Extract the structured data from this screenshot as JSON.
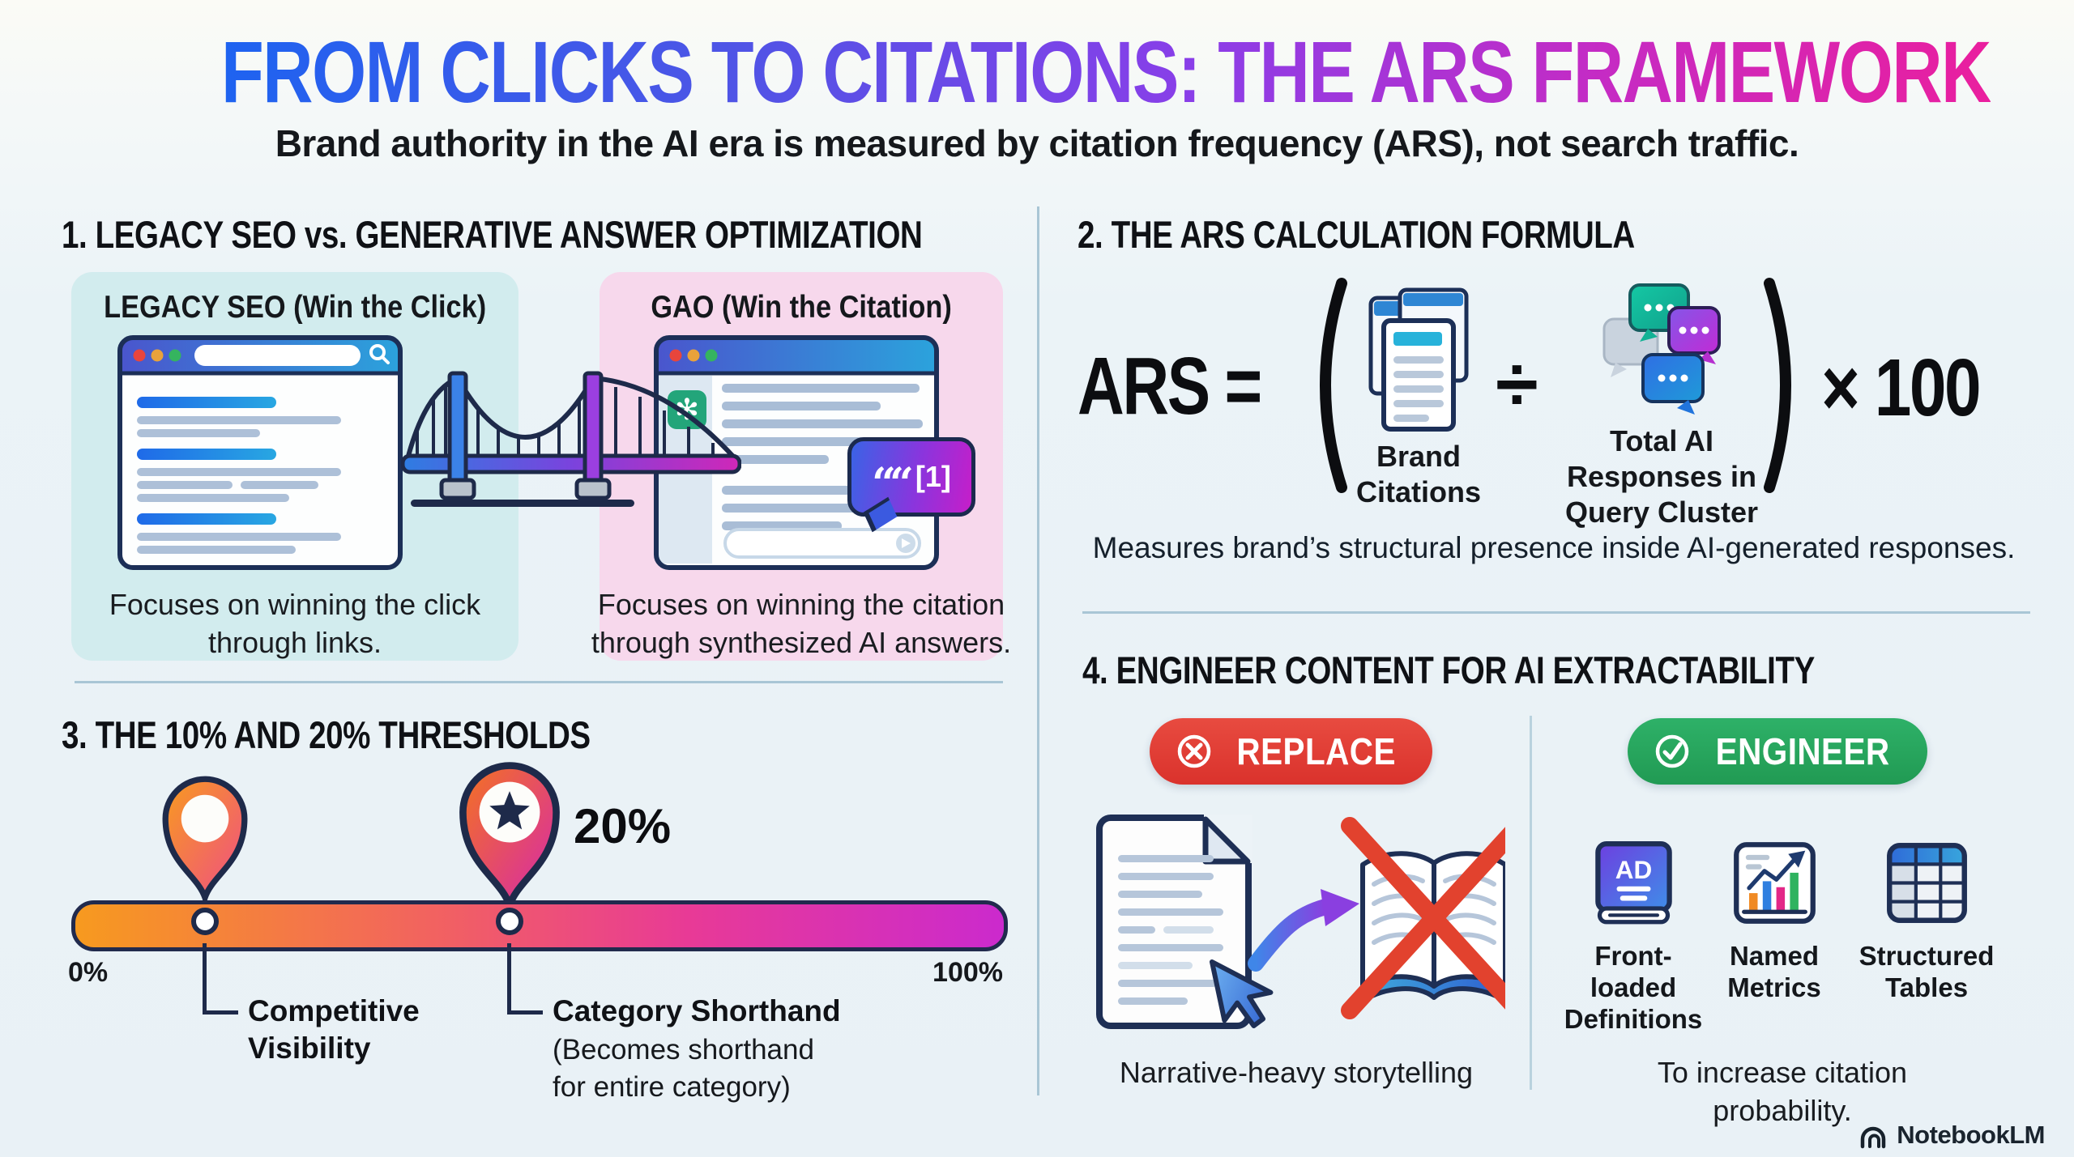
{
  "header": {
    "title": "FROM CLICKS TO CITATIONS: THE ARS FRAMEWORK",
    "subtitle": "Brand authority in the AI era is measured by citation frequency (ARS), not search traffic."
  },
  "section1": {
    "heading": "1. LEGACY SEO vs. GENERATIVE ANSWER OPTIMIZATION",
    "left_card": {
      "title": "LEGACY SEO (Win the Click)",
      "caption": "Focuses on winning the click\nthrough links."
    },
    "right_card": {
      "title": "GAO (Win the Citation)",
      "caption": "Focuses on winning the citation\nthrough synthesized AI answers.",
      "citation_quote": "““",
      "citation_ref": "[1]"
    }
  },
  "section2": {
    "heading": "2. THE ARS CALCULATION FORMULA",
    "formula": {
      "lhs": "ARS =",
      "numerator_label": "Brand\nCitations",
      "divide": "÷",
      "denominator_label": "Total AI\nResponses in\nQuery Cluster",
      "multiplier": "× 100"
    },
    "note": "Measures brand’s structural presence inside AI-generated responses."
  },
  "section3": {
    "heading": "3. THE 10% AND 20% THRESHOLDS",
    "pin2_label": "20%",
    "axis_min": "0%",
    "axis_max": "100%",
    "threshold1": {
      "title": "Competitive\nVisibility"
    },
    "threshold2": {
      "title": "Category Shorthand",
      "subtitle": "(Becomes shorthand\nfor entire category)"
    }
  },
  "section4": {
    "heading": "4. ENGINEER CONTENT FOR AI EXTRACTABILITY",
    "replace": {
      "badge": "REPLACE",
      "caption": "Narrative-heavy storytelling"
    },
    "engineer": {
      "badge": "ENGINEER",
      "items": [
        {
          "label": "Front-loaded\nDefinitions"
        },
        {
          "label": "Named\nMetrics"
        },
        {
          "label": "Structured\nTables"
        }
      ],
      "caption": "To increase citation probability."
    }
  },
  "footer": {
    "brand": "NotebookLM"
  },
  "colors": {
    "title_gradient_start": "#1e63f0",
    "title_gradient_end": "#ea1f9e",
    "card_cyan": "#d2ecee",
    "card_pink": "#f7d8ec",
    "bar_gradient": [
      "#f79a1f",
      "#cb2acd"
    ],
    "replace_red": "#da322c",
    "engineer_green": "#219a53",
    "navy_outline": "#1e2a4a",
    "chatgpt_green": "#23a57a"
  }
}
